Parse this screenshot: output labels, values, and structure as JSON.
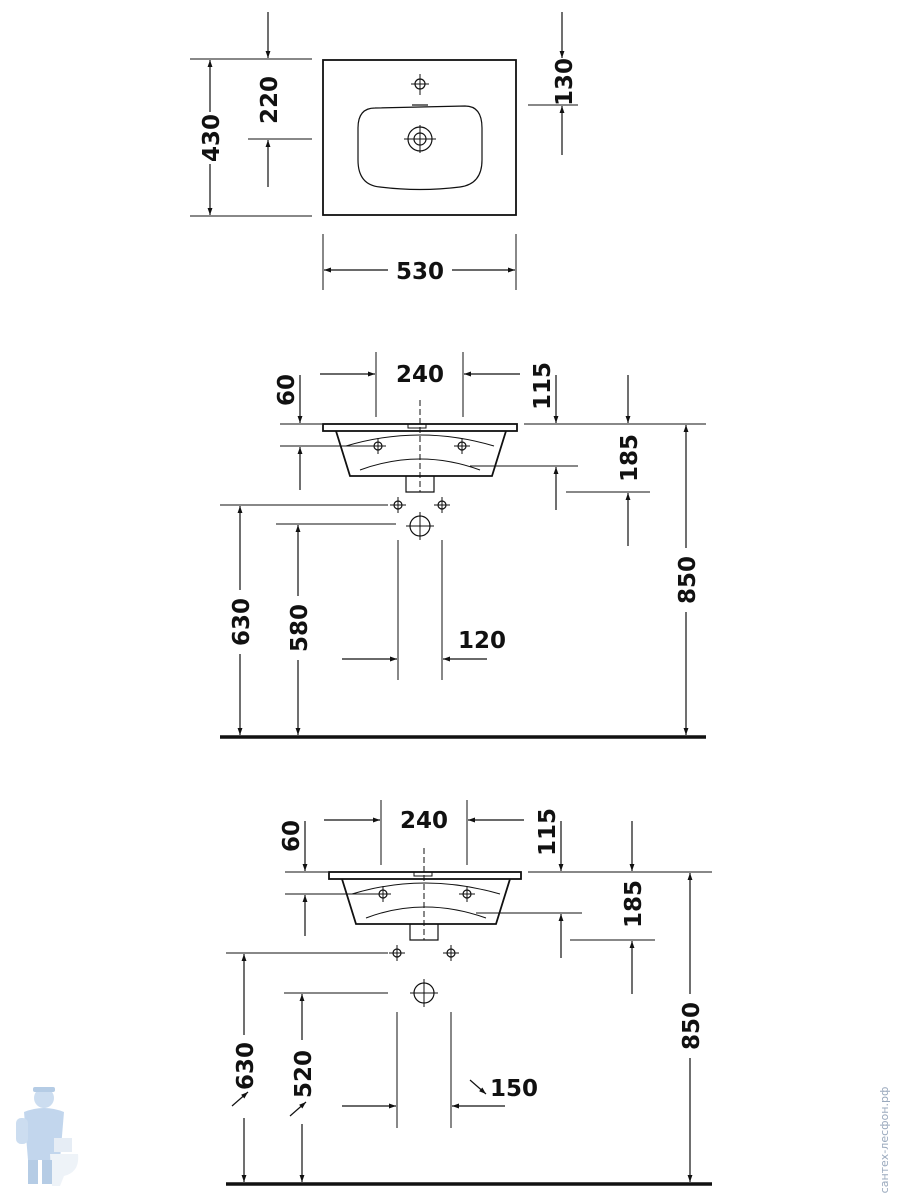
{
  "top_view": {
    "depth": "430",
    "tap_to_drain": "220",
    "rim_to_tap": "130",
    "width": "530"
  },
  "side_view_1": {
    "rim_thickness": "60",
    "fixing_spacing": "240",
    "rim_to_fixing": "115",
    "bowl_height": "185",
    "supply_height": "630",
    "waste_height": "580",
    "supply_spacing": "120",
    "rim_height": "850"
  },
  "side_view_2": {
    "rim_thickness": "60",
    "fixing_spacing": "240",
    "rim_to_fixing": "115",
    "bowl_height": "185",
    "supply_height": "630",
    "waste_height": "520",
    "supply_spacing": "150",
    "rim_height": "850"
  },
  "watermark": {
    "text": "сантех-лесфон.рф",
    "figure": "plumber-with-toilet"
  }
}
